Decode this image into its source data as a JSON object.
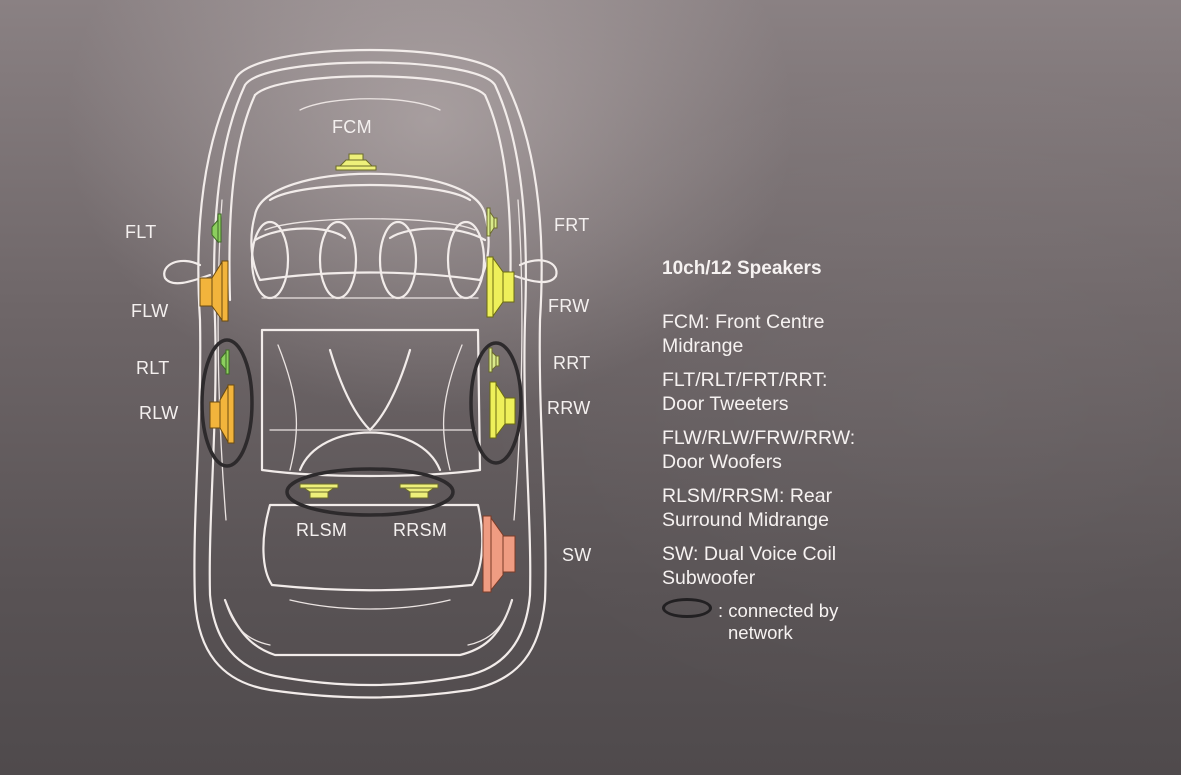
{
  "diagram": {
    "title": "10ch/12 Speakers",
    "speaker_labels": {
      "FCM": "FCM",
      "FLT": "FLT",
      "FRT": "FRT",
      "FLW": "FLW",
      "FRW": "FRW",
      "RLT": "RLT",
      "RRT": "RRT",
      "RLW": "RLW",
      "RRW": "RRW",
      "RLSM": "RLSM",
      "RRSM": "RRSM",
      "SW": "SW"
    },
    "speaker_colors": {
      "midrange": "#eef07a",
      "tweeter_left": "#8ccf5e",
      "tweeter_right": "#d9ea8a",
      "woofer_left": "#f2b43c",
      "woofer_right": "#eef05a",
      "subwoofer": "#ef9c82",
      "network_ring": "#2d2a2c",
      "car_outline": "#f2ecea"
    },
    "legend": {
      "entries": [
        {
          "line1": "FCM: Front Centre",
          "line2": "Midrange"
        },
        {
          "line1": "FLT/RLT/FRT/RRT:",
          "line2": "Door Tweeters"
        },
        {
          "line1": "FLW/RLW/FRW/RRW:",
          "line2": "Door Woofers"
        },
        {
          "line1": "RLSM/RRSM: Rear",
          "line2": "Surround Midrange"
        },
        {
          "line1": "SW: Dual Voice Coil",
          "line2": "Subwoofer"
        }
      ],
      "network": {
        "line1": ": connected by",
        "line2": "network",
        "icon": "dark-ellipse-ring"
      }
    }
  }
}
